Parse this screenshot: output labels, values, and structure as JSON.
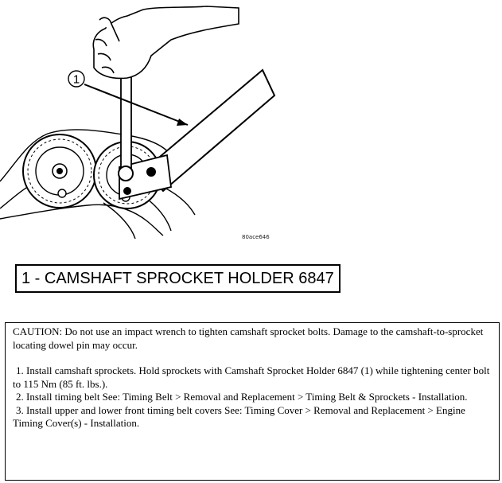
{
  "illustration": {
    "callout_number": "1",
    "figure_code": "80ace646"
  },
  "legend": {
    "text": "1 - CAMSHAFT SPROCKET HOLDER 6847"
  },
  "instructions": {
    "caution": "CAUTION:  Do not use an impact wrench to tighten camshaft sprocket bolts. Damage to the camshaft-to-sprocket locating dowel pin may occur.",
    "steps": [
      "1. Install camshaft sprockets. Hold sprockets with Camshaft Sprocket Holder 6847 (1) while tightening center bolt to 115 Nm (85 ft. lbs.).",
      "2. Install timing belt See: Timing Belt > Removal and Replacement > Timing Belt & Sprockets - Installation.",
      "3. Install upper and lower front timing belt covers See: Timing Cover > Removal and Replacement > Engine Timing Cover(s) - Installation."
    ]
  }
}
